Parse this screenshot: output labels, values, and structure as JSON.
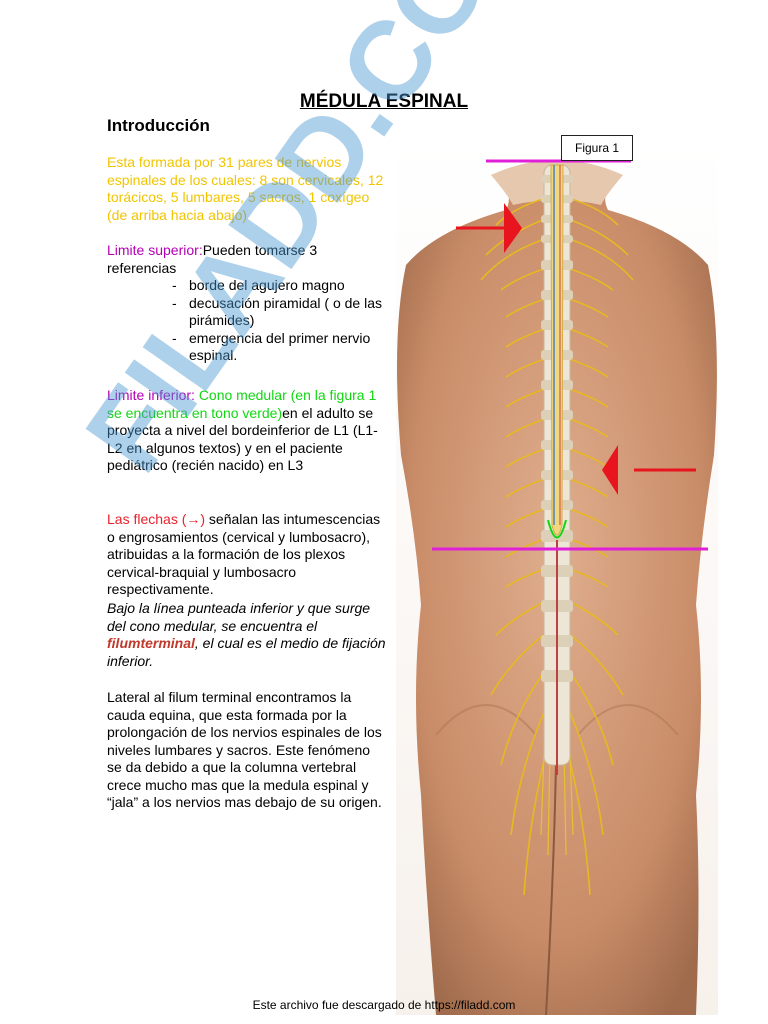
{
  "title": "MÉDULA ESPINAL",
  "subtitle": "Introducción",
  "intro": "Esta formada por 31 pares de nervios espinales de los cuales: 8 son cervicales, 12 torácicos, 5 lumbares, 5 sacros, 1 coxígeo (de arriba hacia abajo)",
  "limite_superior": {
    "label": "Limite superior:",
    "text": "Pueden tomarse 3 referencias",
    "items": [
      "borde del agujero magno",
      "decusación piramidal ( o de las pirámides)",
      "emergencia del primer nervio espinal."
    ]
  },
  "limite_inferior": {
    "label": "Limite inferior: ",
    "highlight": "Cono medular (en la figura 1 se encuentra en tono verde)",
    "text": "en el adulto se proyecta a nivel del bordeinferior de L1 (L1-L2 en algunos textos) y en el paciente pediátrico (recién nacido) en L3"
  },
  "flechas": {
    "label": "Las flechas (→)",
    "text": " señalan las intumescencias o engrosamientos (cervical y lumbosacro), atribuidas a la formación de los plexos cervical-braquial y lumbosacro respectivamente."
  },
  "italic_paragraph": {
    "before": "Bajo la línea punteada inferior y que surge del cono medular, se encuentra el ",
    "highlight": "filumterminal",
    "after": ", el cual es el medio de fijación inferior."
  },
  "cauda": "Lateral al filum terminal encontramos la cauda equina, que esta formada por la prolongación de los nervios espinales de los niveles lumbares y sacros. Este fenómeno se da debido a que la columna vertebral crece mucho mas que la medula espinal y “jala” a los nervios mas debajo de su origen.",
  "figure_label": "Figura 1",
  "watermark": "FILADD.COM",
  "footer": "Este archivo fue descargado de https://filadd.com",
  "colors": {
    "yellow_text": "#f2c400",
    "red_text": "#e8222d",
    "green_text": "#12d612",
    "magenta_line": "#e020d8",
    "red_arrow": "#e8141e",
    "watermark": "#4a96d2"
  }
}
